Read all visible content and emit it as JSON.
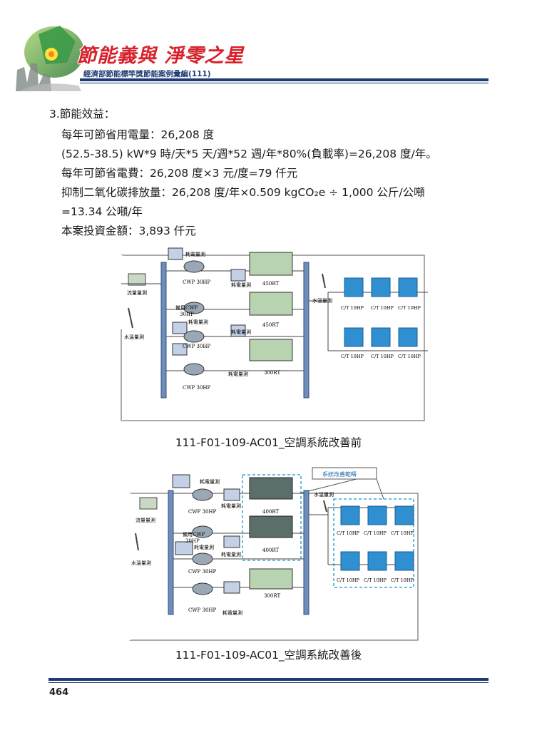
{
  "header": {
    "title": "節能義與 淨零之星",
    "subtitle": "經濟部節能標竿獎節能案例彙編(111)"
  },
  "section": {
    "title": "3.節能效益：",
    "lines": [
      "每年可節省用電量：26,208 度",
      "(52.5-38.5) kW*9 時/天*5 天/週*52 週/年*80%(負載率)=26,208 度/年。",
      "每年可節省電費：26,208 度×3 元/度=79 仟元",
      "抑制二氧化碳排放量：26,208 度/年×0.509 kgCO₂e ÷ 1,000 公斤/公噸",
      "=13.34 公噸/年",
      "本案投資金額：3,893 仟元"
    ]
  },
  "figure_before": {
    "caption": "111-F01-109-AC01_空調系統改善前",
    "labels": {
      "flow": "流量量測",
      "temp_left": "水溫量測",
      "temp_right": "水溫量測",
      "power_meters": [
        "耗電量測",
        "耗電量測",
        "耗電量測",
        "耗電量測",
        "耗電量測"
      ],
      "pumps": [
        "CWP 30HP",
        "備用CWP",
        "30HP",
        "CWP 30HP",
        "CWP 30HP"
      ],
      "chillers": [
        "450RT",
        "450RT",
        "300RT"
      ],
      "towers": [
        "C/T 10HP",
        "C/T 10HP",
        "C/T 10HP",
        "C/T 10HP",
        "C/T 10HP",
        "C/T 10HP"
      ]
    }
  },
  "figure_after": {
    "caption": "111-F01-109-AC01_空調系統改善後",
    "scope_label": "系統改善範疇",
    "labels": {
      "flow": "流量量測",
      "temp_left": "水溫量測",
      "temp_right": "水溫量測",
      "power_meters": [
        "耗電量測",
        "耗電量測",
        "耗電量測",
        "耗電量測",
        "耗電量測"
      ],
      "pumps": [
        "CWP 30HP",
        "備用CWP",
        "30HP",
        "CWP 30HP",
        "CWP 30HP"
      ],
      "chillers": [
        "400RT",
        "400RT",
        "300RT"
      ],
      "towers": [
        "C/T 10HP",
        "C/T 10HP",
        "C/T 10HP",
        "C/T 10HP",
        "C/T 10HP",
        "C/T 10HP"
      ]
    }
  },
  "footer": {
    "page_number": "464"
  }
}
